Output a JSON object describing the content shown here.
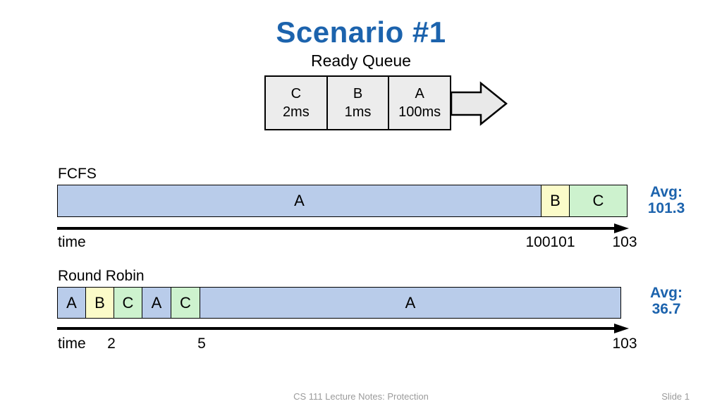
{
  "slide": {
    "title": "Scenario #1",
    "footer_center": "CS 111 Lecture Notes: Protection",
    "footer_right": "Slide 1"
  },
  "colors": {
    "heading_blue": "#1C63AD",
    "avg_blue": "#1C63AD",
    "process_a_fill": "#B9CCEA",
    "process_b_fill": "#FBFBC9",
    "process_c_fill": "#CDF2CE",
    "queue_fill": "#ECECEC",
    "footer_gray": "#9B9B9B"
  },
  "ready_queue": {
    "label": "Ready Queue",
    "cells": [
      {
        "process": "C",
        "duration": "2ms"
      },
      {
        "process": "B",
        "duration": "1ms"
      },
      {
        "process": "A",
        "duration": "100ms"
      }
    ]
  },
  "fcfs": {
    "label": "FCFS",
    "segments": [
      {
        "process": "A",
        "start": 0,
        "end": 100
      },
      {
        "process": "B",
        "start": 100,
        "end": 101
      },
      {
        "process": "C",
        "start": 101,
        "end": 103
      }
    ],
    "axis_label": "time",
    "ticks": [
      {
        "label": "100"
      },
      {
        "label": "101"
      },
      {
        "label": "103"
      }
    ],
    "avg_label": "Avg:",
    "avg_value": "101.3"
  },
  "round_robin": {
    "label": "Round Robin",
    "segments": [
      {
        "process": "A",
        "start": 0,
        "end": 1
      },
      {
        "process": "B",
        "start": 1,
        "end": 2
      },
      {
        "process": "C",
        "start": 2,
        "end": 3
      },
      {
        "process": "A",
        "start": 3,
        "end": 4
      },
      {
        "process": "C",
        "start": 4,
        "end": 5
      },
      {
        "process": "A",
        "start": 5,
        "end": 103
      }
    ],
    "axis_label": "time",
    "ticks": [
      {
        "label": "2"
      },
      {
        "label": "5"
      },
      {
        "label": "103"
      }
    ],
    "avg_label": "Avg:",
    "avg_value": "36.7"
  }
}
